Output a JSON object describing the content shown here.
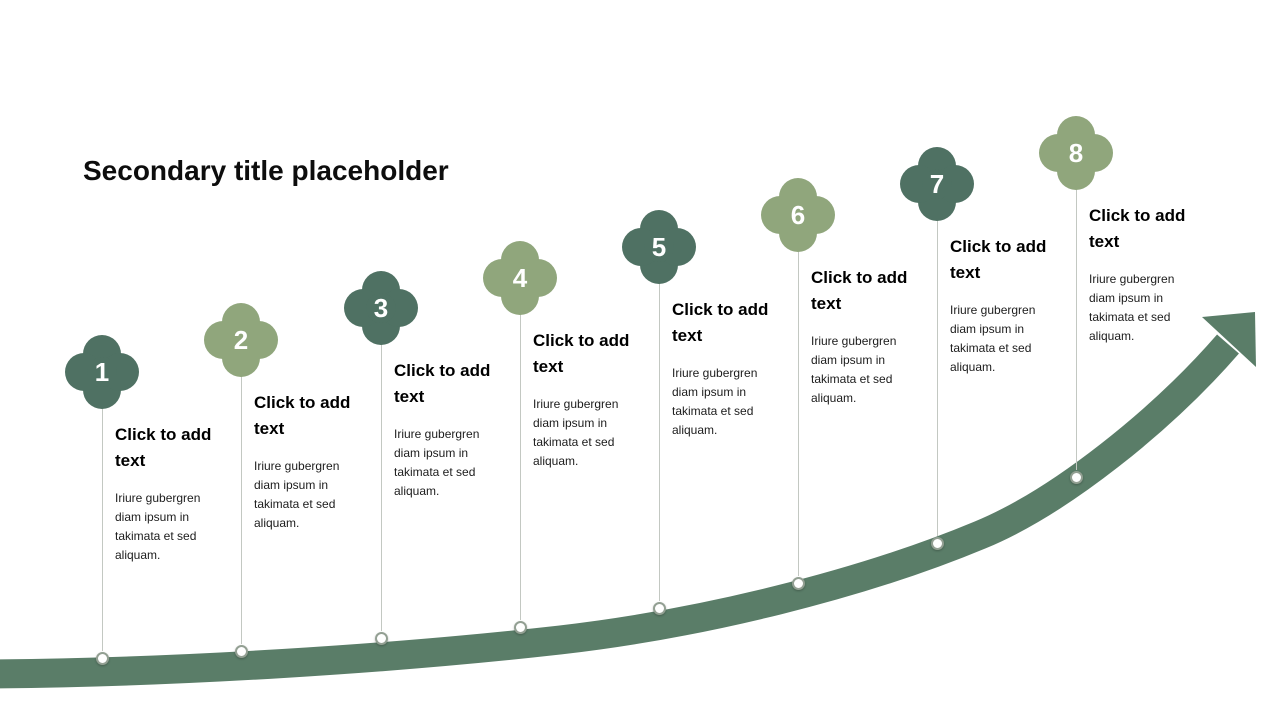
{
  "slide": {
    "title": "Secondary title placeholder"
  },
  "theme": {
    "badge_dark": "#4f7163",
    "badge_light": "#90a67c",
    "swoosh": "#5a7d68",
    "marker_fill": "#ffffff",
    "marker_border": "#93a093",
    "connector": "#c3c8c2",
    "heading_color": "#000000",
    "body_color": "#1c1c1c"
  },
  "items": [
    {
      "number": "1",
      "tone": "dark",
      "heading": "Click to add text",
      "body": "Iriure gubergren diam ipsum in takimata et sed aliquam."
    },
    {
      "number": "2",
      "tone": "light",
      "heading": "Click to add text",
      "body": "Iriure gubergren diam ipsum in takimata et sed aliquam."
    },
    {
      "number": "3",
      "tone": "dark",
      "heading": "Click to add text",
      "body": "Iriure gubergren diam ipsum in takimata et sed aliquam."
    },
    {
      "number": "4",
      "tone": "light",
      "heading": "Click to add text",
      "body": "Iriure gubergren diam ipsum in takimata et sed aliquam."
    },
    {
      "number": "5",
      "tone": "dark",
      "heading": "Click to add text",
      "body": "Iriure gubergren diam ipsum in takimata et sed aliquam."
    },
    {
      "number": "6",
      "tone": "light",
      "heading": "Click to add text",
      "body": "Iriure gubergren diam ipsum in takimata et sed aliquam."
    },
    {
      "number": "7",
      "tone": "dark",
      "heading": "Click to add text",
      "body": "Iriure gubergren diam ipsum in takimata et sed aliquam."
    },
    {
      "number": "8",
      "tone": "light",
      "heading": "Click to add text",
      "body": "Iriure gubergren diam ipsum in takimata et sed aliquam."
    }
  ]
}
